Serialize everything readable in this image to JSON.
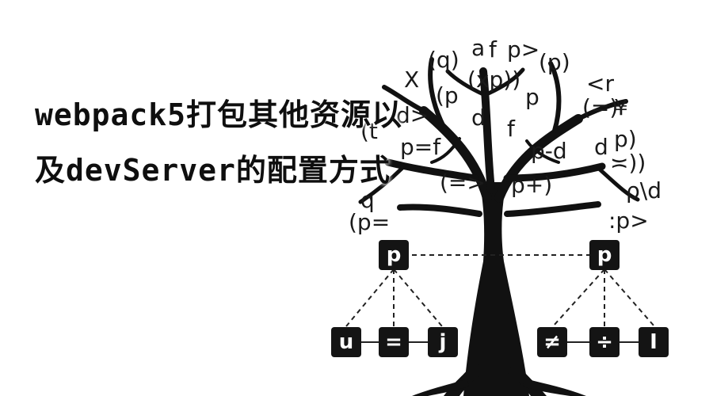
{
  "title": "webpack5打包其他资源以及devServer的配置方式",
  "illustration": {
    "subject": "tree",
    "top_nodes": [
      "p",
      "p"
    ],
    "left_leaves": [
      "u",
      "=",
      "j"
    ],
    "right_leaves": [
      "≠",
      "÷",
      "I"
    ],
    "canopy_glyphs": [
      "(q)",
      "a",
      "f",
      "p>",
      "(p)",
      "X",
      "(xp))",
      "<r",
      "(p",
      "p",
      "(=)",
      "¥",
      "d",
      "f",
      "p)",
      "p=f",
      "p-d",
      "d",
      "(=>",
      "p+)",
      "≍))",
      "ρ\\d",
      "(p=",
      ":p>",
      "(t",
      "d>",
      "q"
    ],
    "ink_color": "#141414"
  }
}
